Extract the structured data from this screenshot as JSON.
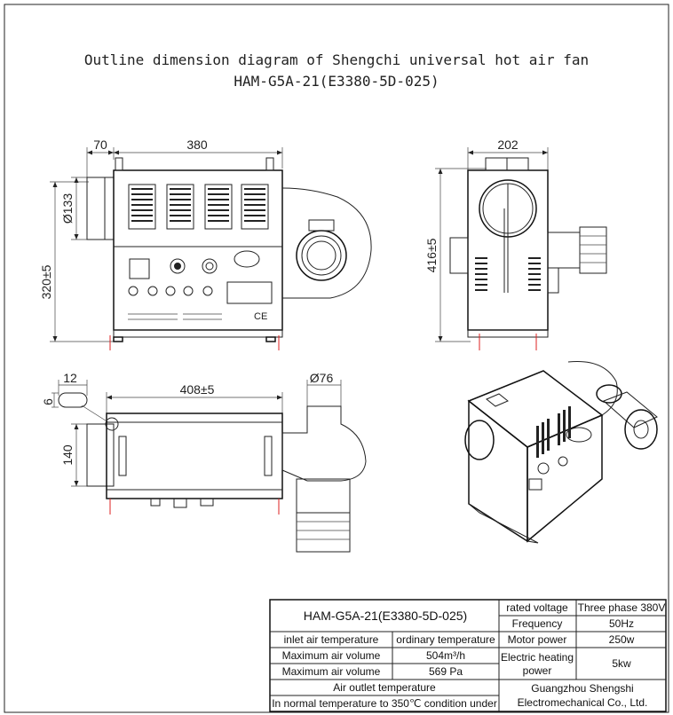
{
  "title": {
    "line1": "Outline dimension diagram of Shengchi universal hot air fan",
    "line2": "HAM-G5A-21(E3380-5D-025)"
  },
  "dimensions": {
    "front_left": "70",
    "front_width": "380",
    "diameter_inlet": "Ø133",
    "height": "320±5",
    "side_width": "202",
    "side_height": "416±5",
    "top_12": "12",
    "top_6": "6",
    "top_length": "408±5",
    "top_diameter": "Ø76",
    "top_140": "140"
  },
  "table": {
    "model": "HAM-G5A-21(E3380-5D-025)",
    "rows": [
      {
        "label": "inlet air temperature",
        "value": "ordinary temperature"
      },
      {
        "label": "Maximum air volume",
        "value": "504m³/h"
      },
      {
        "label": "Maximum air volume",
        "value": "569 Pa"
      }
    ],
    "outlet_label": "Air outlet temperature",
    "outlet_value": "In normal temperature to 350℃ condition under",
    "specs": [
      {
        "label": "rated voltage",
        "value": "Three phase 380V"
      },
      {
        "label": "Frequency",
        "value": "50Hz"
      },
      {
        "label": "Motor power",
        "value": "250w"
      },
      {
        "label": "Electric heating power",
        "label_lines": [
          "Electric heating",
          "power"
        ],
        "value": "5kw"
      }
    ],
    "company_line1": "Guangzhou Shengshi",
    "company_line2": "Electromechanical Co., Ltd."
  }
}
